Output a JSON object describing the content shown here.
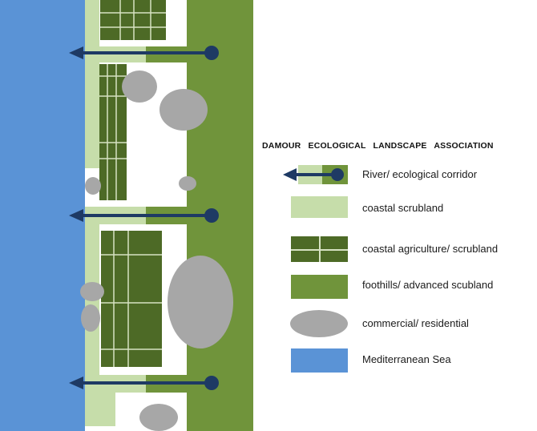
{
  "legend": {
    "title": "DAMOUR ECOLOGICAL LANDSCAPE ASSOCIATION",
    "items": [
      {
        "key": "river",
        "label": "River/ ecological corridor"
      },
      {
        "key": "coastal_scrubland",
        "label": "coastal scrubland"
      },
      {
        "key": "coastal_agriculture",
        "label": "coastal agriculture/ scrubland"
      },
      {
        "key": "foothills",
        "label": "foothills/ advanced scubland"
      },
      {
        "key": "commercial",
        "label": "commercial/ residential"
      },
      {
        "key": "sea",
        "label": "Mediterranean Sea"
      }
    ]
  },
  "colors": {
    "sea": "#5a93d6",
    "coastal_scrubland": "#c6ddaa",
    "coastal_agriculture": "#4d6a26",
    "foothills": "#70943b",
    "commercial": "#a7a7a7",
    "river": "#1e3a64",
    "grid_lines": "#d6e2c2"
  }
}
